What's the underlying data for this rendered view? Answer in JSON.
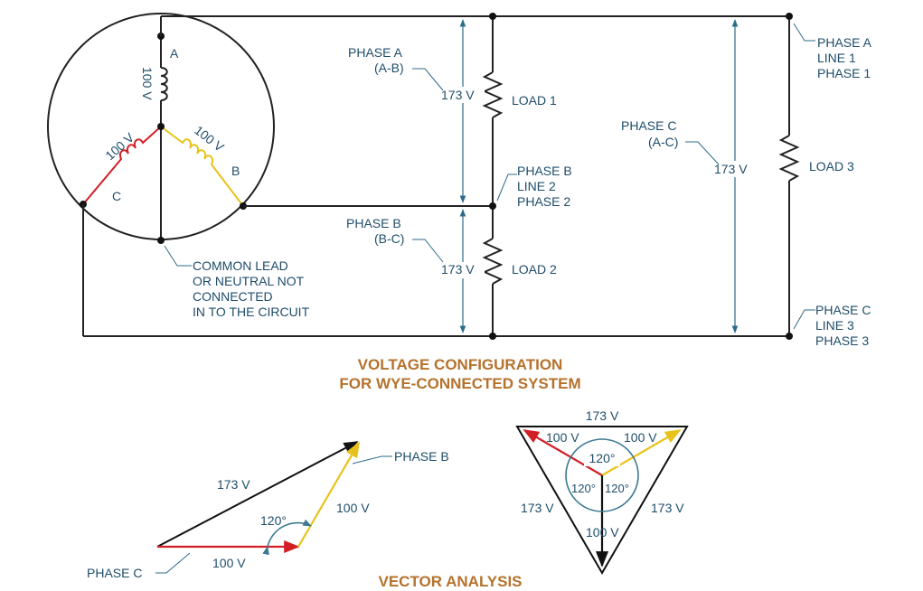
{
  "colors": {
    "wire": "#222222",
    "label": "#1e4d6a",
    "dimension": "#2c6b8a",
    "title": "#b5722c",
    "phase_a": "#111111",
    "phase_b": "#e8c21a",
    "phase_c": "#d21f26",
    "arc": "#3b7a91"
  },
  "generator": {
    "node_a": "A",
    "node_b": "B",
    "node_c": "C",
    "coil_a": "100 V",
    "coil_b": "100 V",
    "coil_c": "100 V",
    "neutral_note": [
      "COMMON LEAD",
      "OR NEUTRAL NOT",
      "CONNECTED",
      "IN TO THE CIRCUIT"
    ]
  },
  "loads": {
    "phase_a_label": [
      "PHASE A",
      "(A-B)"
    ],
    "phase_a_voltage": "173 V",
    "load1": "LOAD 1",
    "phase_b_label": [
      "PHASE B",
      "(B-C)"
    ],
    "phase_b_voltage": "173 V",
    "load2": "LOAD 2",
    "phase_c_label": [
      "PHASE C",
      "(A-C)"
    ],
    "phase_c_voltage": "173 V",
    "load3": "LOAD 3"
  },
  "lines": {
    "line1": [
      "PHASE A",
      "LINE 1",
      "PHASE 1"
    ],
    "line2": [
      "PHASE B",
      "LINE 2",
      "PHASE 2"
    ],
    "line3": [
      "PHASE C",
      "LINE 3",
      "PHASE 3"
    ]
  },
  "titles": {
    "config": [
      "VOLTAGE CONFIGURATION",
      "FOR WYE-CONNECTED SYSTEM"
    ],
    "vector": "VECTOR ANALYSIS"
  },
  "vector_triangle": {
    "hyp": "173 V",
    "phase_b": "PHASE B",
    "phase_c": "PHASE C",
    "yellow": "100 V",
    "red": "100 V",
    "angle": "120°"
  },
  "vector_wye": {
    "top": "173 V",
    "left": "173 V",
    "right": "173 V",
    "red": "100 V",
    "yellow": "100 V",
    "black": "100 V",
    "angle_top": "120°",
    "angle_left": "120°",
    "angle_right": "120°"
  }
}
